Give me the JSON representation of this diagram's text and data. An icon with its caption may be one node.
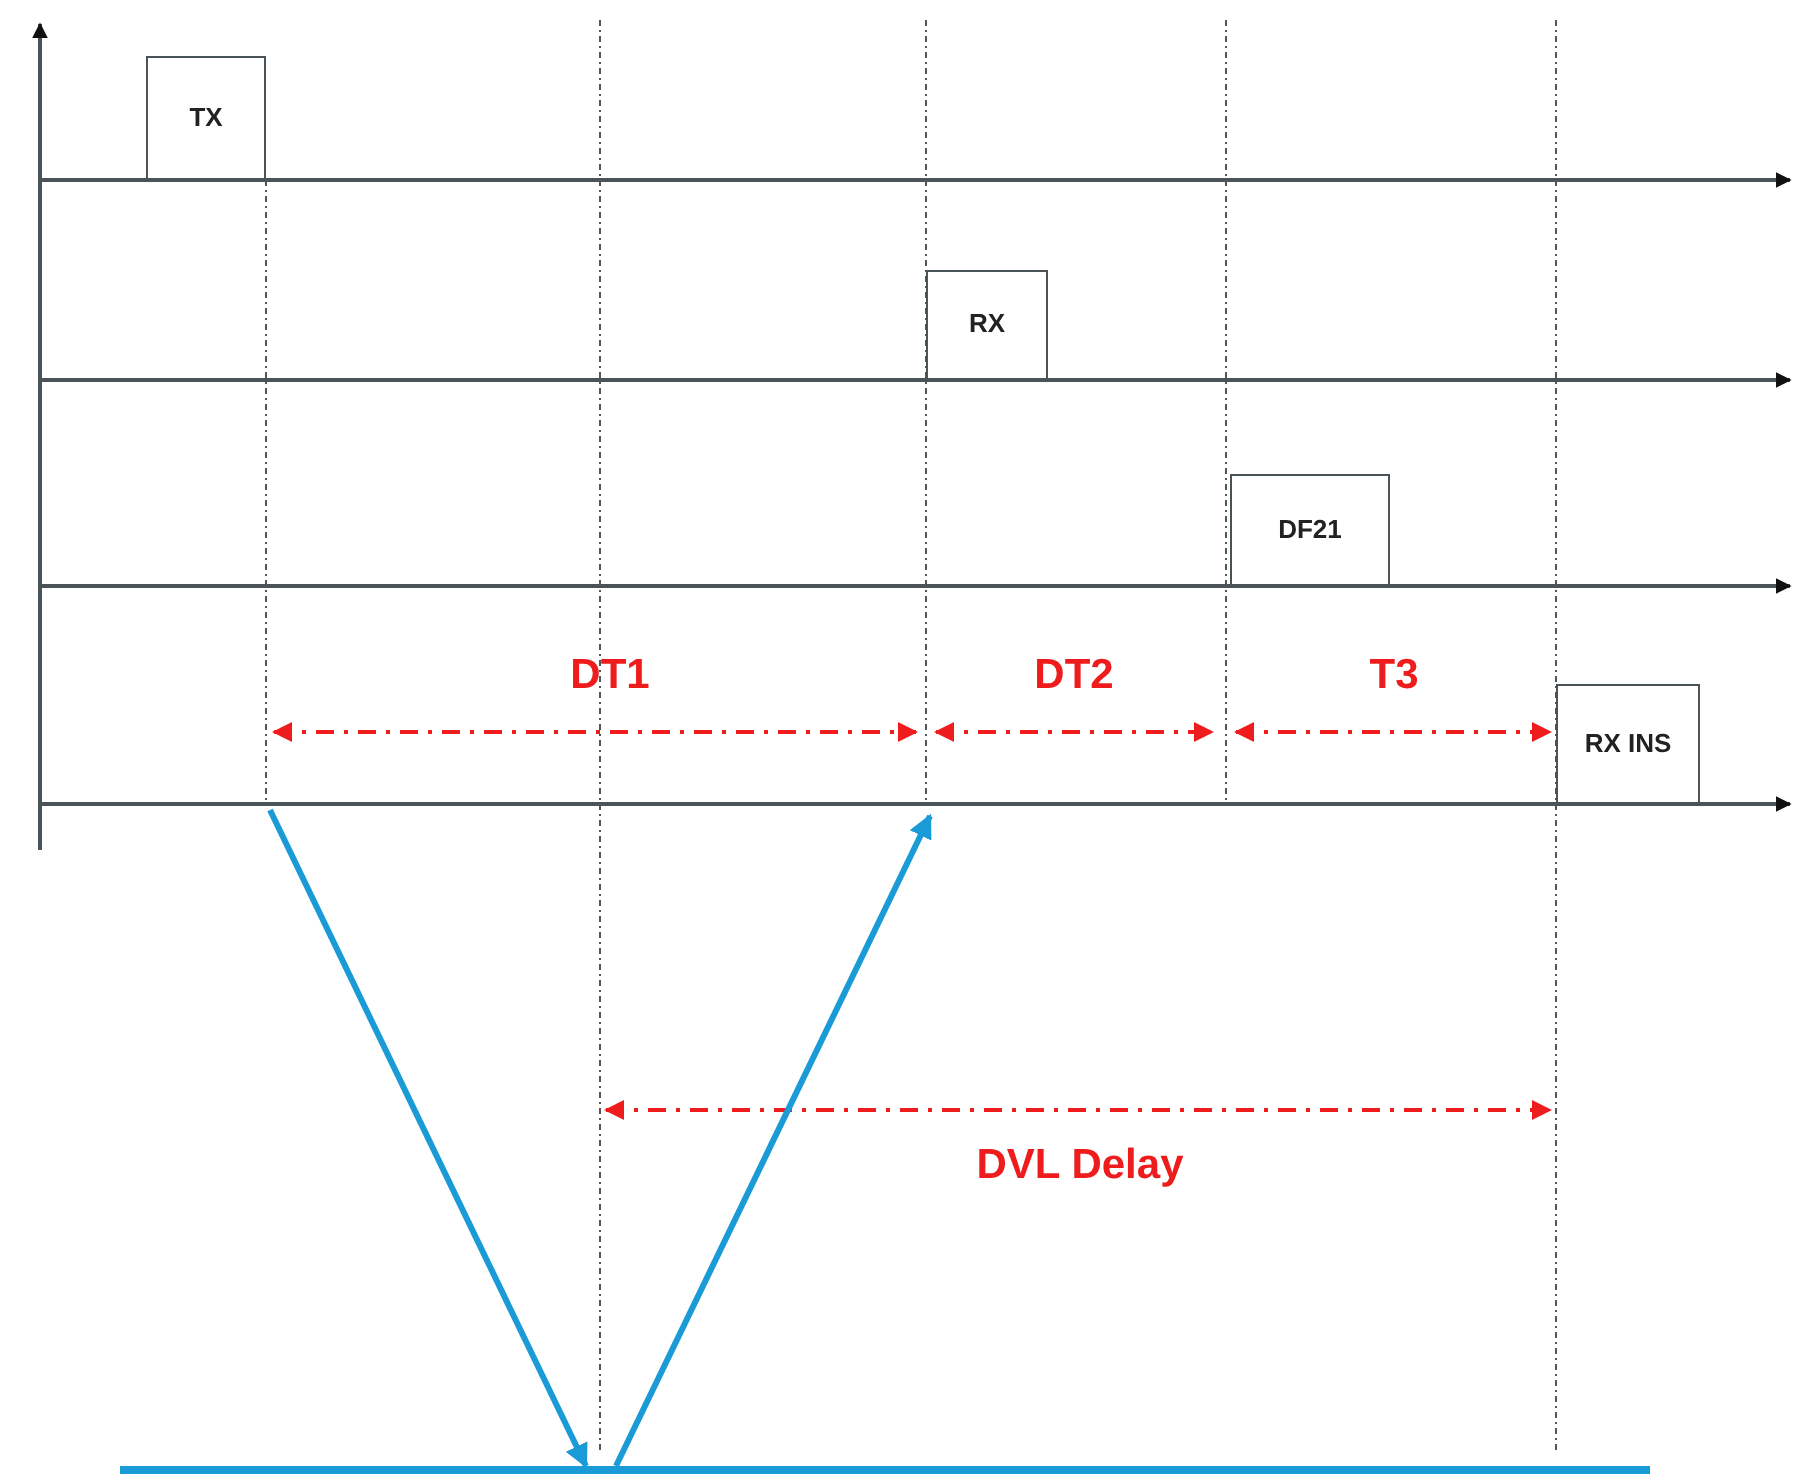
{
  "diagram": {
    "nodes": [
      {
        "text": [
          "TX"
        ]
      },
      {
        "text": [
          "RX"
        ]
      },
      {
        "text": [
          "DF21"
        ]
      },
      {
        "text": [
          "RX INS"
        ]
      },
      {
        "text": [],
        "shape": "bar"
      }
    ],
    "edges": [
      {
        "from": null,
        "to": 4,
        "arrow": "to"
      },
      {
        "from": 4,
        "to": null,
        "arrow": "to"
      }
    ],
    "labels": [
      "DT1",
      "DT2",
      "T3",
      "DVL Delay"
    ]
  }
}
